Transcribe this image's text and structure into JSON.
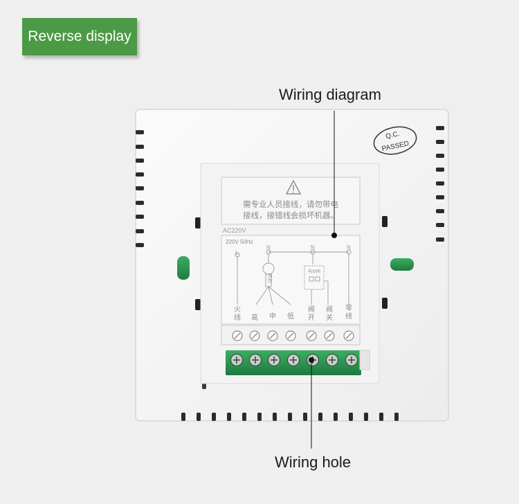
{
  "badge": {
    "label": "Reverse display",
    "color": "#4c9a45"
  },
  "callouts": {
    "top": "Wiring diagram",
    "bottom": "Wiring hole"
  },
  "stamp": {
    "line1": "Q.C.",
    "line2": "PASSED"
  },
  "label_panel": {
    "warning_line1": "需专业人员接线，请勿带电",
    "warning_line2": "接线，接错线会损坏机器。",
    "rating": "AC220V",
    "spec": "220V 50Hz",
    "node_L": "L",
    "node_N": "N",
    "motor": "风机",
    "valve": "电动阀",
    "terminals": [
      {
        "line1": "火",
        "line2": "线"
      },
      {
        "line1": "",
        "line2": "高"
      },
      {
        "line1": "",
        "line2": "中"
      },
      {
        "line1": "",
        "line2": "低"
      },
      {
        "line1": "阀",
        "line2": "开"
      },
      {
        "line1": "阀",
        "line2": "关"
      },
      {
        "line1": "零",
        "line2": "线"
      }
    ]
  },
  "colors": {
    "terminal_block": "#2f9a55",
    "background": "#efefef"
  }
}
